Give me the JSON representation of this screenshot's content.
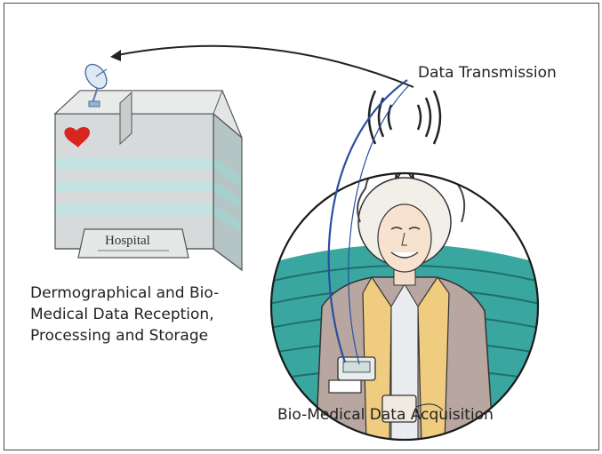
{
  "labels": {
    "data_transmission": "Data Transmission",
    "reception_lines": [
      "Dermographical and Bio-",
      "Medical Data Reception,",
      "Processing and Storage"
    ],
    "acquisition": "Bio-Medical Data Acquisition"
  },
  "hospital_sign": "Hospital",
  "colors": {
    "frame": "#4a4a4a",
    "link_line": "#2a4fa0",
    "building_face": "#cfd4d4",
    "building_stripe": "#bfe2e0",
    "heart": "#d8261f",
    "landscape": "#3aa6a0",
    "sky": "#ffffff"
  },
  "icons": [
    "satellite-dish-icon",
    "heart-icon",
    "radio-tower-icon",
    "signal-waves-icon",
    "patient-figure",
    "portable-monitor-icon"
  ]
}
